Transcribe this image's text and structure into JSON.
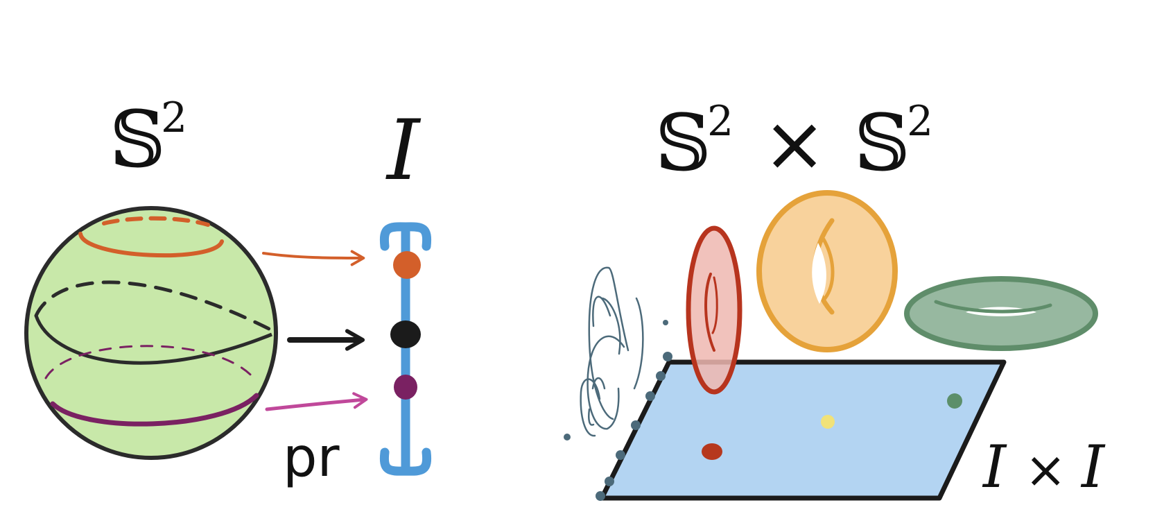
{
  "labels": {
    "sphere_title": "𝕊",
    "sphere_title_exp": "2",
    "interval_title": "I",
    "product_left": "𝕊",
    "product_left_exp": "2",
    "product_times": "×",
    "product_right": "𝕊",
    "product_right_exp": "2",
    "projection": "pr",
    "square_left": "I",
    "square_times": "×",
    "square_right": "I"
  },
  "colors": {
    "sphere_fill": "#c8e8a9",
    "outline": "#2b2b2b",
    "top_circle": "#d35f2a",
    "middle_circle": "#1b1b1b",
    "bottom_circle": "#7a2162",
    "bottom_arrow": "#c0489a",
    "interval": "#4f9ad8",
    "square_fill": "#b3d4f2",
    "red_torus": "#b7341e",
    "red_torus_fill": "#eeb7b0",
    "orange_torus": "#e5a23a",
    "orange_torus_fill": "#f8d29c",
    "green_torus": "#5f8d6a",
    "green_torus_fill": "#97b8a0",
    "pinched_fiber": "#4c6a7a",
    "yellow_point": "#f1e279",
    "green_point": "#5c8f6a",
    "red_point": "#b6381e"
  }
}
